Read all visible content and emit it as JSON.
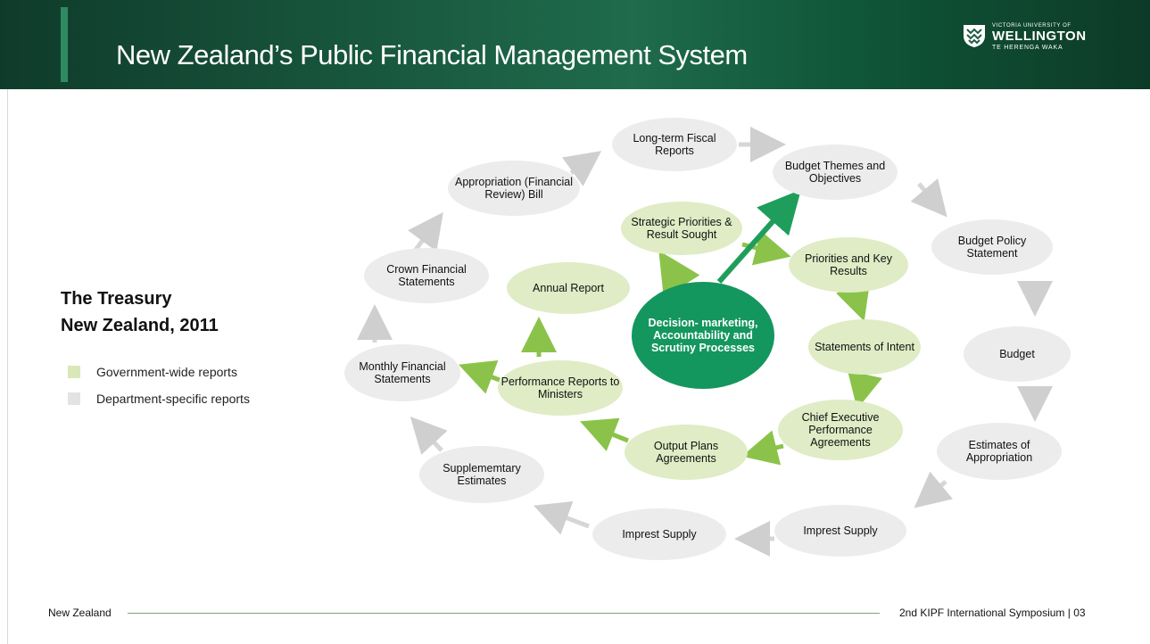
{
  "header": {
    "title": "New Zealand’s Public Financial Management System",
    "logo": {
      "small_text": "VICTORIA UNIVERSITY OF",
      "name": "WELLINGTON",
      "sub_text": "TE HERENGA WAKA",
      "icon": "shield-icon"
    }
  },
  "source": {
    "line1": "The Treasury",
    "line2": "New Zealand, 2011"
  },
  "legend": [
    {
      "label": "Government-wide reports",
      "color": "#d9e8b7"
    },
    {
      "label": "Department-specific reports",
      "color": "#e3e3e3"
    }
  ],
  "diagram": {
    "center": "Decision- marketing, Accountability and Scrutiny Processes",
    "government_wide": {
      "strategic": "Strategic Priorities & Result Sought",
      "priorities": "Priorities and Key Results",
      "statements": "Statements of Intent",
      "chief": "Chief Executive Performance Agreements",
      "output": "Output Plans Agreements",
      "performance": "Performance Reports to Ministers",
      "annual": "Annual Report"
    },
    "department_specific": {
      "longterm": "Long-term Fiscal Reports",
      "themes": "Budget Themes and Objectives",
      "bps": "Budget Policy Statement",
      "budget": "Budget",
      "estimates": "Estimates of Appropriation",
      "imprest_right": "Imprest Supply",
      "imprest_left": "Imprest Supply",
      "supplementary": "Suppleme­mtary Estimates",
      "monthly": "Monthly Financial Statements",
      "crown": "Crown Financial Statements",
      "approp": "Appropriation (Financial Review) Bill"
    },
    "colors": {
      "center": "#14965f",
      "arrow_green": "#8bc34a",
      "arrow_dark": "#1e9e5a",
      "arrow_grey": "#c8c8c8"
    }
  },
  "footer": {
    "left": "New Zealand",
    "right": "2nd KIPF International Symposium |  03"
  }
}
